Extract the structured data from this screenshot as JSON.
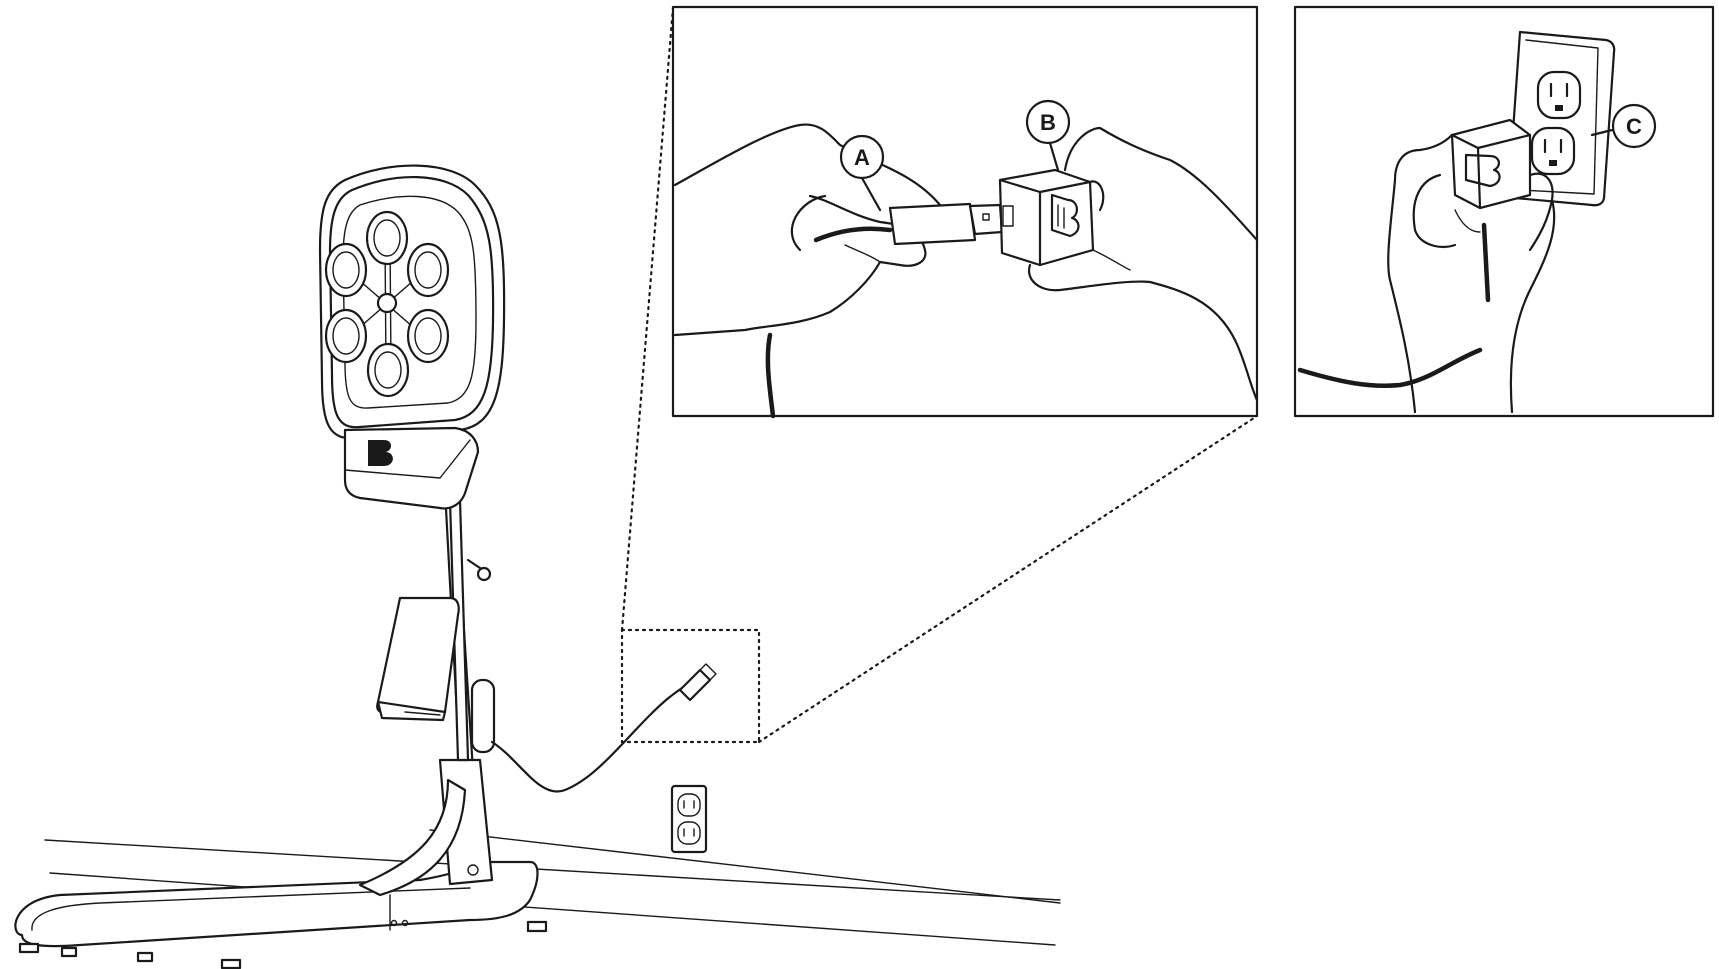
{
  "figure": {
    "callouts": [
      {
        "id": "A",
        "label": "A"
      },
      {
        "id": "B",
        "label": "B"
      },
      {
        "id": "C",
        "label": "C"
      }
    ],
    "colors": {
      "line": "#1a1a1a",
      "background": "#ffffff"
    },
    "icons": [
      "brand-logo-icon",
      "wall-outlet-icon",
      "usb-plug-icon",
      "power-adapter-icon"
    ]
  }
}
